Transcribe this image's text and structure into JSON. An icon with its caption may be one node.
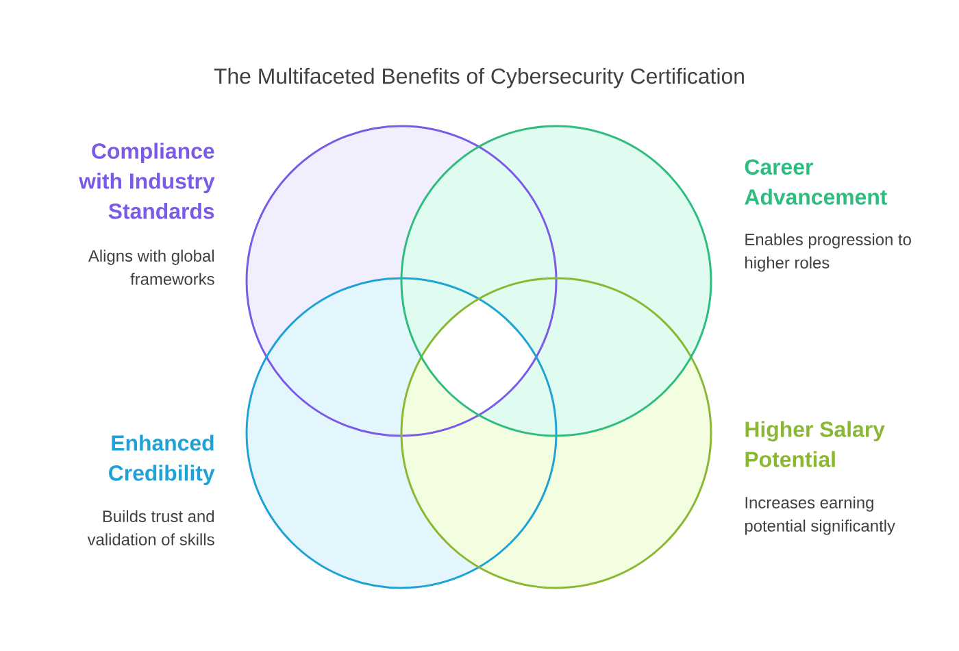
{
  "diagram": {
    "title": "The Multifaceted Benefits of Cybersecurity Certification",
    "nodes": [
      {
        "text": [
          "Compliance with Industry Standards",
          "Aligns with global frameworks"
        ]
      },
      {
        "text": [
          "Career Advancement",
          "Enables progression to higher roles"
        ]
      },
      {
        "text": [
          "Enhanced Credibility",
          "Builds trust and validation of skills"
        ]
      },
      {
        "text": [
          "Higher Salary Potential",
          "Increases earning potential significantly"
        ]
      }
    ]
  }
}
